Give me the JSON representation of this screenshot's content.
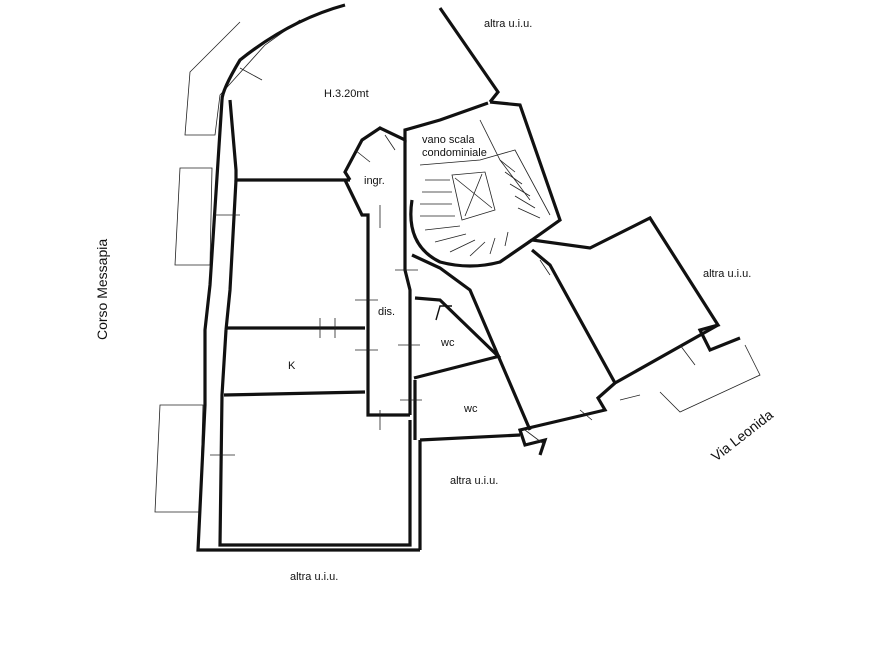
{
  "rooms": {
    "height_note": "H.3.20mt",
    "stair_line1": "vano scala",
    "stair_line2": "condominiale",
    "entrance": "ingr.",
    "corridor": "dis.",
    "kitchen": "K",
    "wc_upper": "wc",
    "wc_lower": "wc"
  },
  "neighbors": {
    "top_right": "altra u.i.u.",
    "right": "altra u.i.u.",
    "bottom_center": "altra u.i.u.",
    "bottom": "altra u.i.u."
  },
  "streets": {
    "left": "Corso Messapia",
    "right": "Via Leonida"
  }
}
